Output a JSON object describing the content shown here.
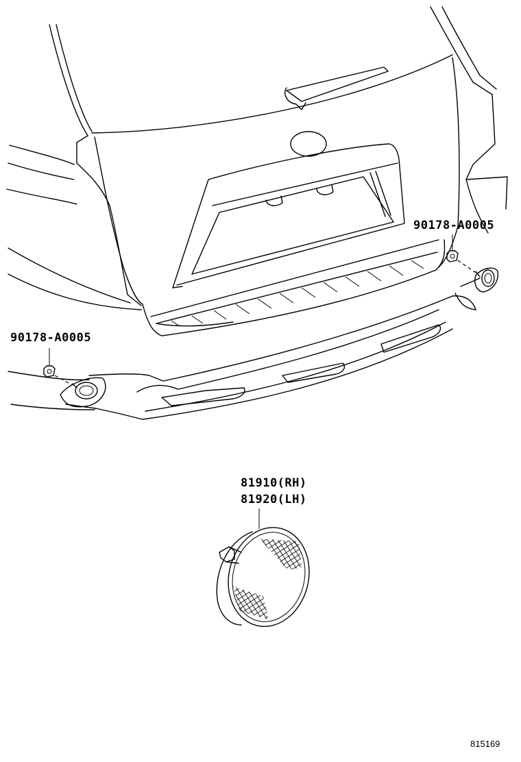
{
  "diagram": {
    "callouts": {
      "nut_right": "90178-A0005",
      "nut_left": "90178-A0005",
      "reflector_rh": "81910(RH)",
      "reflector_lh": "81920(LH)"
    },
    "illustration_code": "815169"
  }
}
